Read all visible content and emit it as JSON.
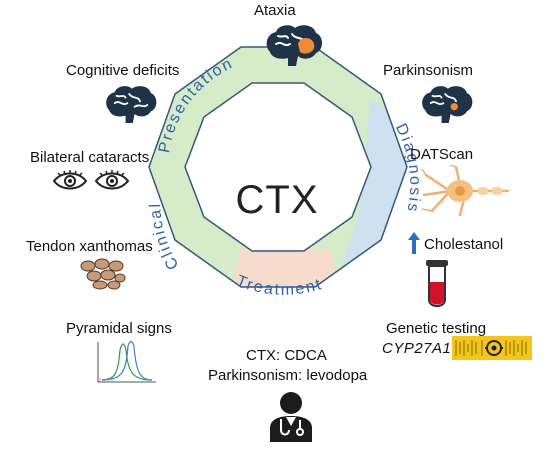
{
  "center": {
    "title": "CTX"
  },
  "ring": {
    "presentation": "Presentation",
    "diagnosis": "Diagnosis",
    "treatment": "Treatment",
    "clinical": "Clinical"
  },
  "labels": {
    "ataxia": "Ataxia",
    "cognitive": "Cognitive deficits",
    "parkinsonism": "Parkinsonism",
    "cataracts": "Bilateral cataracts",
    "datscan": "DATScan",
    "xanthomas": "Tendon xanthomas",
    "cholestanol": "Cholestanol",
    "pyramidal": "Pyramidal signs",
    "genetic": "Genetic testing",
    "gene": "CYP27A1",
    "treat_ctx": "CTX: CDCA",
    "treat_park": "Parkinsonism: levodopa"
  },
  "colors": {
    "ring_green": "#d6ecc9",
    "ring_blue": "#cfe0f0",
    "ring_peach": "#f7dccd",
    "ring_text": "#2f62a8",
    "brain": "#1f3348",
    "brain_highlight": "#f08a36",
    "arrow_up": "#2e6fbd",
    "tube_fluid": "#d1122b",
    "barcode_bg": "#f4c51a"
  },
  "icons": [
    "brain-icon",
    "eye-icon",
    "skin-patch-icon",
    "neuron-icon",
    "up-arrow-icon",
    "test-tube-icon",
    "barcode-icon",
    "doctor-icon",
    "spectrum-plot-icon"
  ]
}
